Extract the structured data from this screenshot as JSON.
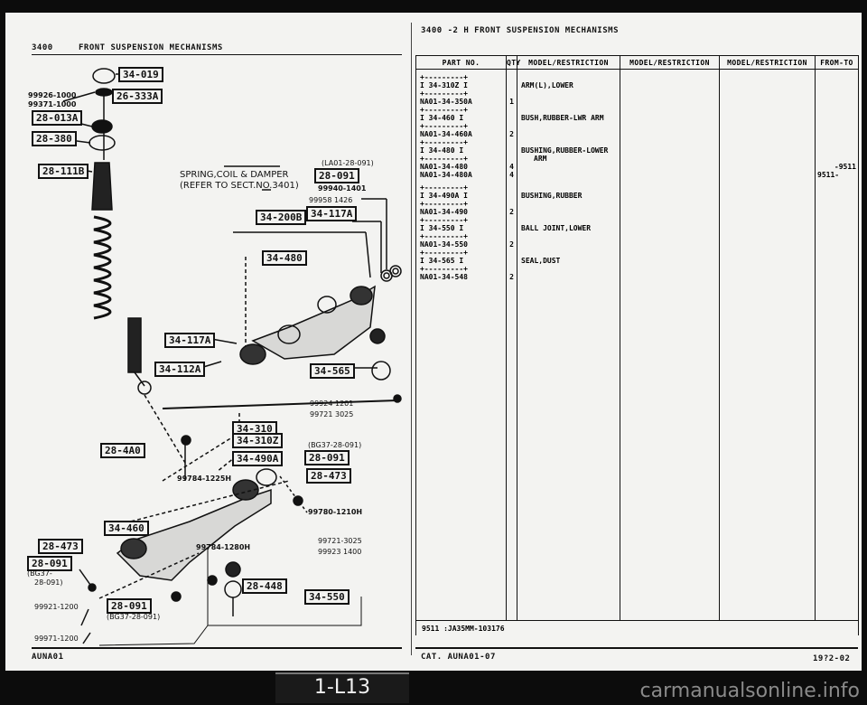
{
  "left_page": {
    "header_code": "3400",
    "header_title": "FRONT SUSPENSION MECHANISMS",
    "footer_left": "AUNA01",
    "callouts": {
      "c34_019": "34-019",
      "c26_333a": "26-333A",
      "c28_013a": "28-013A",
      "c28_380": "28-380",
      "c28_111b": "28-111B",
      "c28_091_top": "28-091",
      "c34_117a_top": "34-117A",
      "c34_200b": "34-200B",
      "c34_480": "34-480",
      "c34_117a_mid": "34-117A",
      "c34_112a": "34-112A",
      "c34_565": "34-565",
      "c34_310": "34-310",
      "c34_310z": "34-310Z",
      "c28_4a0": "28-4A0",
      "c34_490a": "34-490A",
      "c28_091_mid": "28-091",
      "c28_473_mid": "28-473",
      "c34_460": "34-460",
      "c28_473_low": "28-473",
      "c28_091_low": "28-091",
      "c28_448": "28-448",
      "c34_550": "34-550",
      "c28_091_bot": "28-091"
    },
    "labels": {
      "bolt_99926": "99926-1000",
      "bolt_99371": "99371-1000",
      "spring_line1": "SPRING,COIL & DAMPER",
      "spring_line2": "(REFER TO SECT.NO.3401)",
      "lao_note": "(LA01-28-091)",
      "p99940": "99940-1401",
      "p99958": "99958 1426",
      "p99924": "99924 1201",
      "p99721a": "99721 3025",
      "bg037_note_top": "(BG37-28-091)",
      "p99784_1225": "99784-1225H",
      "p99780": "99780-1210H",
      "p99721b": "99721-3025",
      "p99923": "99923 1400",
      "p99784_1280": "99784-1280H",
      "bg037_side_1": "(BG37-",
      "bg037_side_2": "28-091)",
      "p99921": "99921-1200",
      "bg037_bot": "(BG37-28-091)",
      "p99971": "99971-1200"
    }
  },
  "right_page": {
    "header": "3400 -2 H FRONT SUSPENSION MECHANISMS",
    "columns": [
      "PART NO.",
      "QTY",
      "MODEL/RESTRICTION",
      "MODEL/RESTRICTION",
      "MODEL/RESTRICTION",
      "FROM-TO"
    ],
    "rows": [
      {
        "frame": "I 34-310Z I",
        "part": "NA01-34-350A",
        "qty": "1",
        "desc": "ARM(L),LOWER",
        "desc2": "",
        "range": ""
      },
      {
        "frame": "I 34-460  I",
        "part": "NA01-34-460A",
        "qty": "2",
        "desc": "BUSH,RUBBER-LWR ARM",
        "desc2": "",
        "range": ""
      },
      {
        "frame": "I 34-480  I",
        "part": "NA01-34-480",
        "qty": "4",
        "desc": "BUSHING,RUBBER-LOWER",
        "desc2": "ARM",
        "range": "-9511"
      },
      {
        "frame": "",
        "part": "NA01-34-480A",
        "qty": "4",
        "desc": "",
        "desc2": "",
        "range": "9511-"
      },
      {
        "frame": "I 34-490A I",
        "part": "NA01-34-490",
        "qty": "2",
        "desc": "BUSHING,RUBBER",
        "desc2": "",
        "range": ""
      },
      {
        "frame": "I 34-550  I",
        "part": "NA01-34-550",
        "qty": "2",
        "desc": "BALL JOINT,LOWER",
        "desc2": "",
        "range": ""
      },
      {
        "frame": "I 34-565  I",
        "part": "NA01-34-548",
        "qty": "2",
        "desc": "SEAL,DUST",
        "desc2": "",
        "range": ""
      }
    ],
    "footnote": "9511 :JA35MM-103176",
    "footer_left": "CAT. AUNA01-07",
    "footer_right": "19?2-02"
  },
  "page_tab": "1-L13",
  "watermark": "carmanualsonline.info"
}
